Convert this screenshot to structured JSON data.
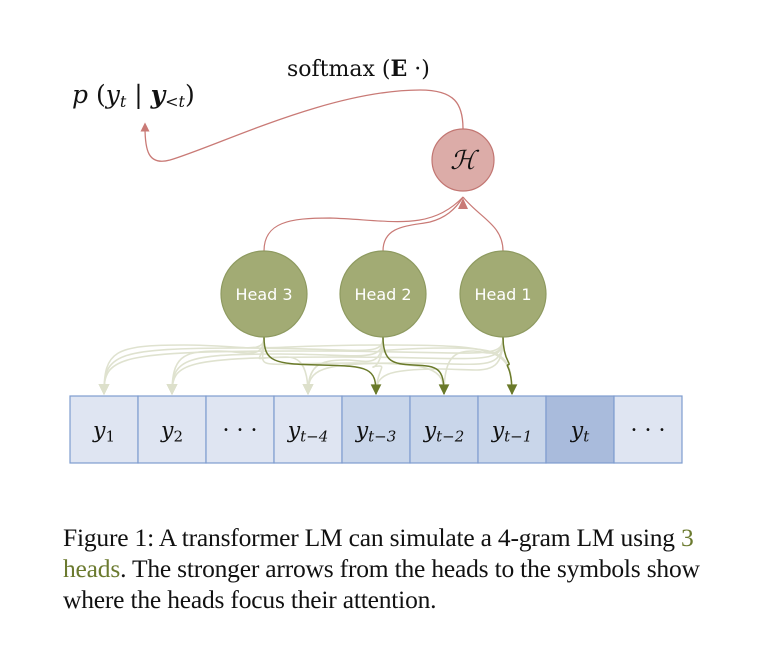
{
  "colors": {
    "head_fill": "#a2ab74",
    "head_stroke": "#8e9a60",
    "head_text": "#ffffff",
    "combiner_fill": "#dcaca8",
    "combiner_stroke": "#c27672",
    "red_arrow": "#c97a76",
    "strong_arrow": "#6a7a2a",
    "weak_arrow": "#dfe2cf",
    "cell_light": "#dfe5f2",
    "cell_medium": "#c9d6ea",
    "cell_dark": "#a9bbdc",
    "cell_border": "#7e9ccf",
    "caption_highlight": "#6b7a2f"
  },
  "output_label": {
    "prefix": "p (",
    "y": "y",
    "sub_t": "t",
    "bar": " | ",
    "y_bold": "y",
    "sub_lt": "<t",
    "suffix": ")"
  },
  "softmax_label": {
    "text": "softmax (",
    "E": "E",
    "rest": " ·)"
  },
  "combiner": {
    "label": "ℋ"
  },
  "heads": [
    {
      "label": "Head 3",
      "attends_to": 4
    },
    {
      "label": "Head 2",
      "attends_to": 5
    },
    {
      "label": "Head 1",
      "attends_to": 6
    }
  ],
  "weak_targets": [
    0,
    1,
    3
  ],
  "sequence": [
    {
      "base": "y",
      "sub": "1",
      "shade": "light"
    },
    {
      "base": "y",
      "sub": "2",
      "shade": "light"
    },
    {
      "base": "· · ·",
      "sub": "",
      "shade": "light"
    },
    {
      "base": "y",
      "sub": "t−4",
      "shade": "light"
    },
    {
      "base": "y",
      "sub": "t−3",
      "shade": "medium"
    },
    {
      "base": "y",
      "sub": "t−2",
      "shade": "medium"
    },
    {
      "base": "y",
      "sub": "t−1",
      "shade": "medium"
    },
    {
      "base": "y",
      "sub": "t",
      "shade": "dark"
    },
    {
      "base": "· · ·",
      "sub": "",
      "shade": "light"
    }
  ],
  "caption": {
    "prefix": "Figure 1: A transformer LM can simulate a 4-gram LM using ",
    "highlight": "3 heads",
    "suffix": ". The stronger arrows from the heads to the symbols show where the heads focus their attention."
  }
}
